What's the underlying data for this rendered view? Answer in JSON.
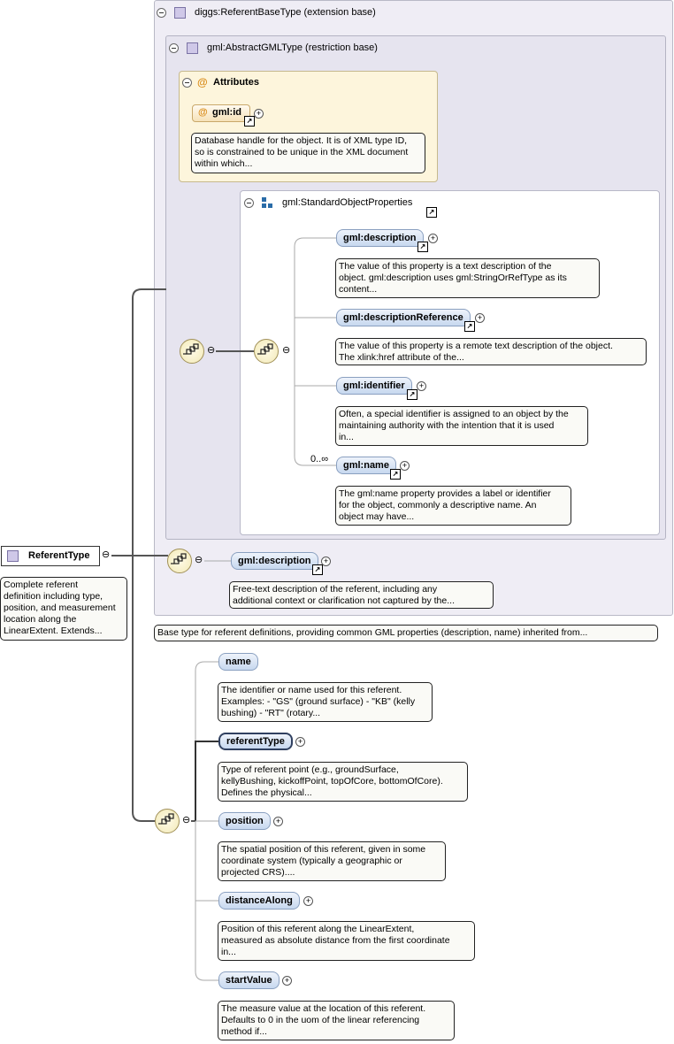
{
  "diagram": {
    "root": {
      "name": "ReferentType",
      "doc": "Complete referent\ndefinition including type,\nposition, and measurement\nlocation along the\nLinearExtent. Extends..."
    },
    "extension_base": {
      "label": "diggs:ReferentBaseType (extension base)",
      "doc": "Base type for referent definitions, providing common GML properties (description, name) inherited from..."
    },
    "restriction_base": {
      "label": "gml:AbstractGMLType (restriction base)"
    },
    "attributes": {
      "label": "Attributes",
      "items": [
        {
          "name": "gml:id",
          "doc": "Database handle for the object. It is of XML type ID,\nso is constrained to be unique in the XML document\nwithin which..."
        }
      ]
    },
    "group": {
      "label": "gml:StandardObjectProperties",
      "elements": [
        {
          "name": "gml:description",
          "doc": "The value of this property is a text description of the\nobject. gml:description uses gml:StringOrRefType as its\ncontent..."
        },
        {
          "name": "gml:descriptionReference",
          "doc": "The value of this property is a remote text description of the object.\nThe xlink:href attribute of the..."
        },
        {
          "name": "gml:identifier",
          "doc": "Often, a special identifier is assigned to an object by the\nmaintaining authority with the intention that it is used\nin..."
        },
        {
          "name": "gml:name",
          "cardinality": "0..∞",
          "doc": "The gml:name property provides a label or identifier\nfor the object, commonly a descriptive name. An\nobject may have..."
        }
      ]
    },
    "base_description": {
      "name": "gml:description",
      "doc": "Free-text description of the referent, including any\nadditional context or clarification not captured by the..."
    },
    "children": [
      {
        "name": "name",
        "doc": "The identifier or name used for this referent.\nExamples: - \"GS\" (ground surface) - \"KB\" (kelly\nbushing) - \"RT\" (rotary..."
      },
      {
        "name": "referentType",
        "doc": "Type of referent point (e.g., groundSurface,\nkellyBushing, kickoffPoint, topOfCore, bottomOfCore).\nDefines the physical..."
      },
      {
        "name": "position",
        "doc": "The spatial position of this referent, given in some\ncoordinate system (typically a geographic or\nprojected CRS)...."
      },
      {
        "name": "distanceAlong",
        "doc": "Position of this referent along the LinearExtent,\nmeasured as absolute distance from the first coordinate\nin..."
      },
      {
        "name": "startValue",
        "doc": "The measure value at the location of this referent.\nDefaults to 0 in the uom of the linear referencing\nmethod if..."
      }
    ],
    "symbols": {
      "collapse": "⊖",
      "expand": "+",
      "link": "↗",
      "attribute": "@",
      "sequence_icon": "sequence-compositor",
      "group_icon": "group-icon"
    }
  }
}
